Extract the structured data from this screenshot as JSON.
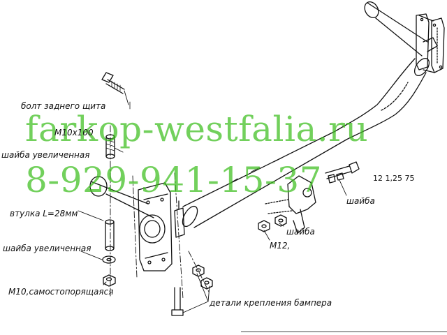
{
  "labels": {
    "bolt_shield": "болт заднего щита",
    "bolt_size": "M10x100",
    "washer_large_top": "шайба увеличенная",
    "bushing": "втулка L=28мм",
    "washer_large_bottom": "шайба увеличенная",
    "nut_self_locking": "M10,самостопорящаяся",
    "bumper_parts": "детали крепления бампера",
    "washer_right_top": "шайба",
    "washer_right_mid": "шайба",
    "bolt_m12": "M12,",
    "specs": "12 1,25 75"
  },
  "watermark": {
    "site": "farkop-westfalia.ru",
    "phone": "8-929-941-15-37",
    "color": "#3cbf1e"
  }
}
